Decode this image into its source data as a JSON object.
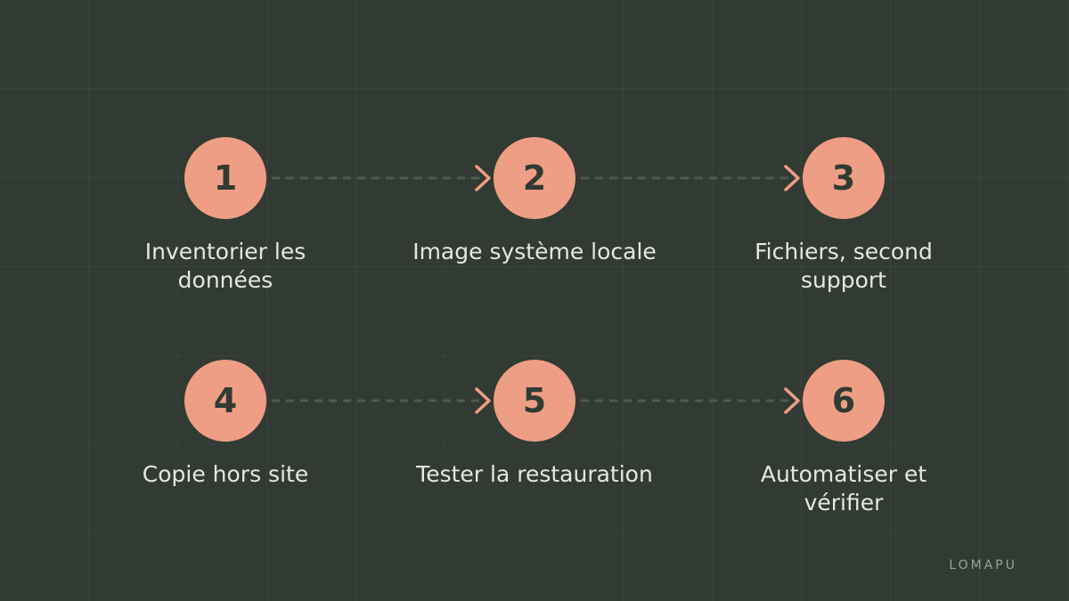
{
  "colors": {
    "background": "#313a33",
    "badge": "#ee9e84",
    "badge_text": "#313a33",
    "label_text": "#e5e8de",
    "connector": "#4f5a51",
    "arrowhead": "#ee9e84",
    "brand_text": "#9aa39b"
  },
  "steps": [
    {
      "number": "1",
      "label": "Inventorier les données"
    },
    {
      "number": "2",
      "label": "Image système locale"
    },
    {
      "number": "3",
      "label": "Fichiers, second support"
    },
    {
      "number": "4",
      "label": "Copie hors site"
    },
    {
      "number": "5",
      "label": "Tester la restauration"
    },
    {
      "number": "6",
      "label": "Automatiser et vérifier"
    }
  ],
  "brand": "LOMAPU"
}
